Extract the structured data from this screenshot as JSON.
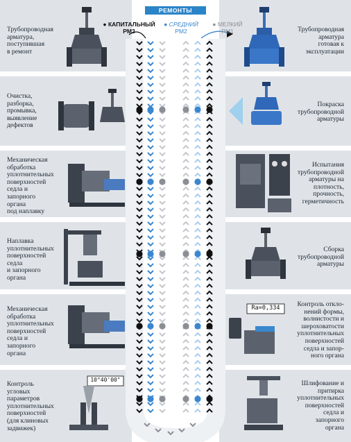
{
  "title": "РЕМОНТЫ",
  "legend": [
    {
      "name": "КАПИТАЛЬНЫЙ",
      "code": "РМ3",
      "color": "#111111"
    },
    {
      "name": "СРЕДНИЙ",
      "code": "РМ2",
      "color": "#3a87cf"
    },
    {
      "name": "МЕЛКИЙ",
      "code": "РМ1",
      "color": "#8b8f95"
    }
  ],
  "left_steps": [
    "Трубопроводная\nарматура,\nпоступившая\nв ремонт",
    "Очистка,\nразборка,\nпромывка,\nвыявление\nдефектов",
    "Механическая\nобработка\nуплотнительных\nповерхностей\nседла и\nзапорного\nоргана\nпод наплавку",
    "Наплавка\nуплотнительных\nповерхностей\nседла\nи запорного\nоргана",
    "Механическая\nобработка\nуплотнительных\nповерхностей\nседла и\nзапорного\nоргана",
    "Контроль\nугловых\nпараметров\nуплотнительных\nповерхностей\n(для клиновых\nзадвижек)"
  ],
  "right_steps": [
    "Трубопроводная\nарматура\nготовая к\nэксплуатации",
    "Покраска\nтрубопроводной\nарматуры",
    "Испытания\nтрубопроводной\nарматуры на\nплотность,\nпрочность,\nгерметичность",
    "Сборка\nтрубопроводной\nарматуры",
    "Контроль откло-\nнений формы,\nволнистости и\nшероховатости\nуплотнительных\nповерхностей\nседла и запор-\nного органа",
    "Шлифование и\nпритирка\nуплотнительных\nповерхностей\nседла и\nзапорного\nоргана"
  ],
  "readouts": {
    "angle": "10°40'00\"",
    "roughness": "Ra=0,334"
  },
  "colors": {
    "panel": "#dfe3e8",
    "black": "#111111",
    "blue": "#3a87cf",
    "gray": "#8b8f95",
    "light_blue": "#a9cdee",
    "light_gray": "#c3c7cc",
    "banner": "#2c84c8"
  }
}
